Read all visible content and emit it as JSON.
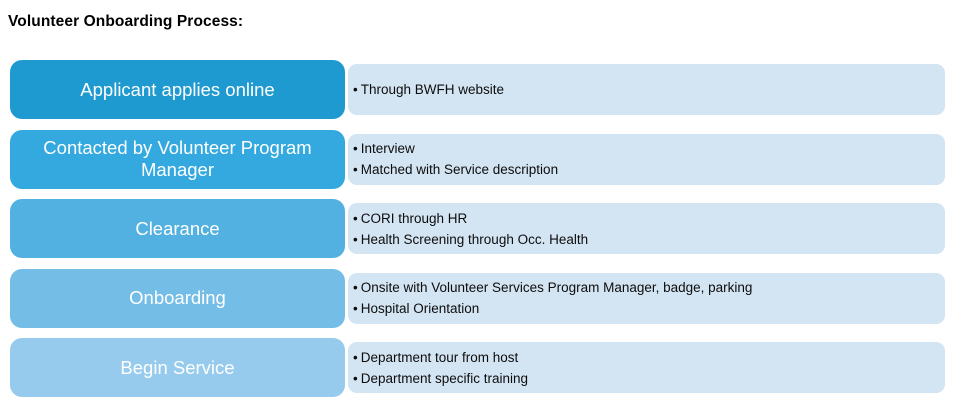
{
  "title": "Volunteer Onboarding Process:",
  "bullet_char": "•",
  "colors": {
    "detail_bg": "#D3E4F3",
    "step_text": "#FFFFFF",
    "title_text": "#000000",
    "bullet_text": "#0D0D0D"
  },
  "steps": [
    {
      "label": "Applicant applies online",
      "color": "#1E9AD0",
      "bullets": [
        "Through BWFH website"
      ]
    },
    {
      "label": "Contacted by Volunteer Program Manager",
      "color": "#33A9DF",
      "bullets": [
        "Interview",
        "Matched with Service description"
      ]
    },
    {
      "label": "Clearance",
      "color": "#52B1E0",
      "bullets": [
        "CORI through HR",
        "Health Screening through Occ. Health"
      ]
    },
    {
      "label": "Onboarding",
      "color": "#74BDE6",
      "bullets": [
        "Onsite with Volunteer Services Program Manager, badge, parking",
        "Hospital Orientation"
      ]
    },
    {
      "label": "Begin Service",
      "color": "#96CBED",
      "bullets": [
        "Department tour from host",
        "Department specific training"
      ]
    }
  ]
}
